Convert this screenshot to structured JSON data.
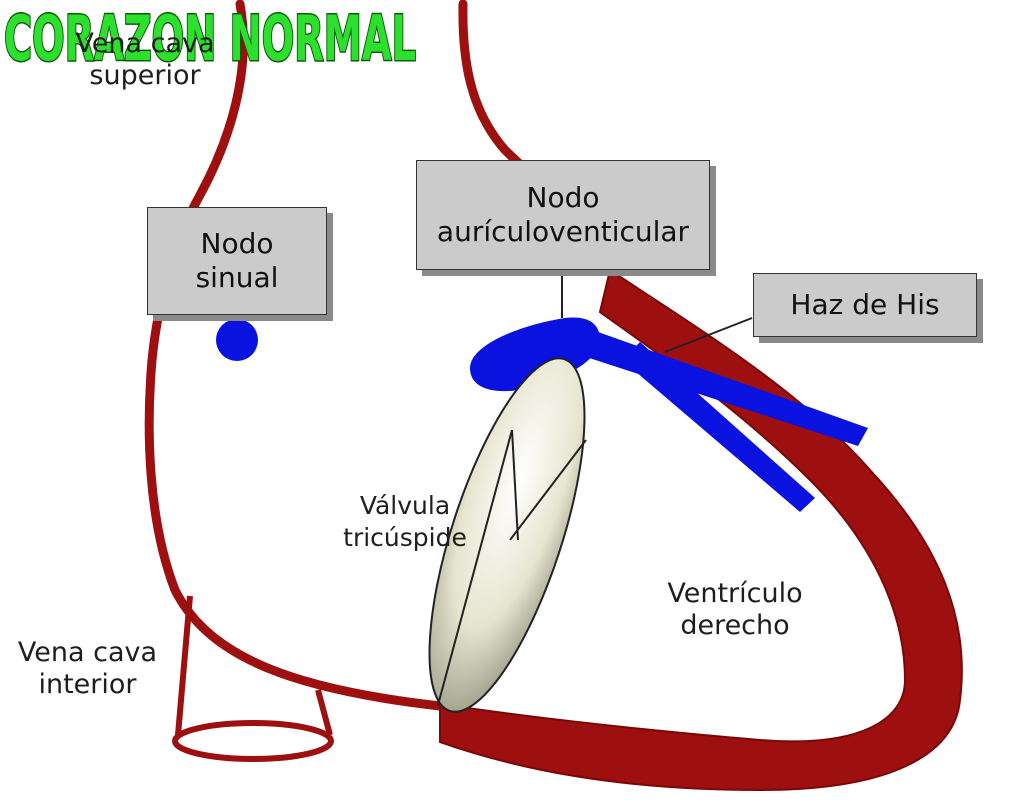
{
  "title": "CORAZON NORMAL",
  "labels": {
    "vena_cava_superior": [
      "Vena cava",
      "superior"
    ],
    "vena_cava_interior": [
      "Vena cava",
      "interior"
    ],
    "valvula_tricuspide": [
      "Válvula",
      "tricúspide"
    ],
    "ventriculo_derecho": [
      "Ventrículo",
      "derecho"
    ]
  },
  "boxes": {
    "nodo_sinual": [
      "Nodo",
      "sinual"
    ],
    "nodo_av": [
      "Nodo",
      "aurículoventicular"
    ],
    "haz_de_his": [
      "Haz de His"
    ]
  },
  "colors": {
    "wall": "#9e0f0f",
    "conduction": "#0a12e0",
    "valve": "#e6e5cf",
    "title_fill": "#2ee02e",
    "title_stroke": "#0d5a0d",
    "box": "#cbcbcb"
  }
}
